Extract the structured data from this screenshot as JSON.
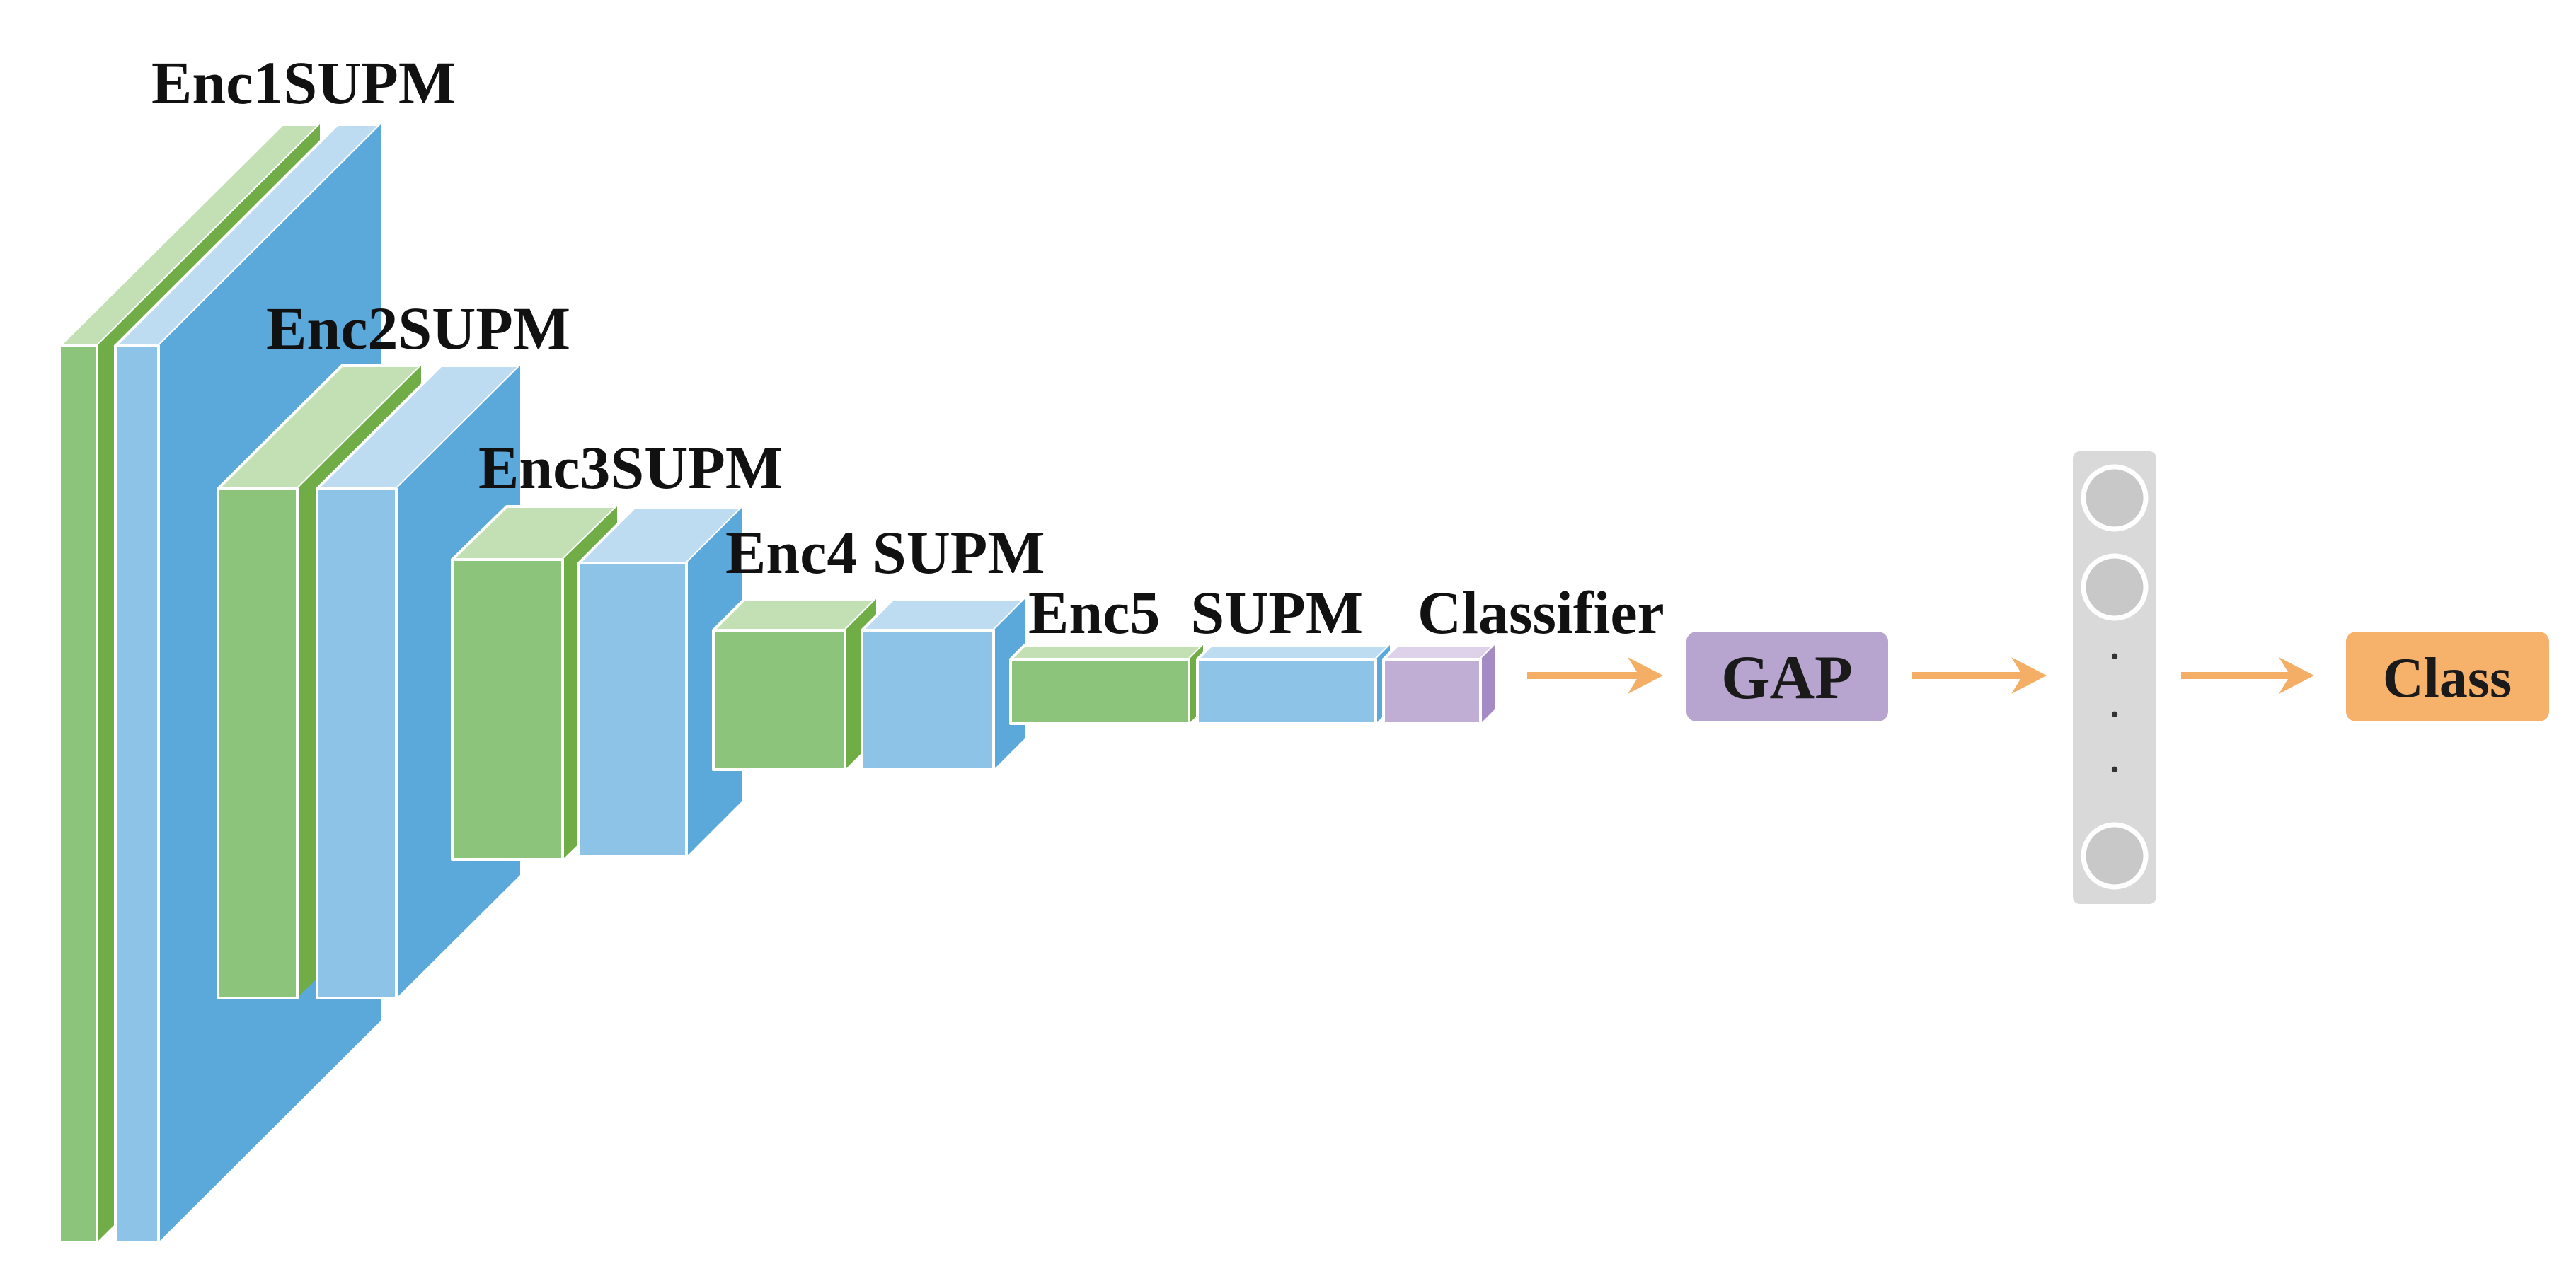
{
  "labels": {
    "enc1": "Enc1SUPM",
    "enc2": "Enc2SUPM",
    "enc3": "Enc3SUPM",
    "enc4": "Enc4 SUPM",
    "enc5": "Enc5  SUPM",
    "classifier": "Classifier",
    "gap": "GAP",
    "class": "Class",
    "dots": [
      "·",
      "·",
      "·"
    ]
  },
  "colors": {
    "green_front": "#8dc47c",
    "green_top": "#c3e0b5",
    "green_side": "#70ad47",
    "blue_front": "#8cc3e6",
    "blue_top": "#bddcf1",
    "blue_side": "#5ba8da",
    "purple_front": "#c0aed4",
    "purple_top": "#ddd2ea",
    "purple_side": "#a58bc4",
    "arrow": "#f4ae66",
    "gap_box": "#b7a4cf",
    "class_box": "#f6b26b",
    "fc_bg": "#d9d9d9",
    "fc_node": "#c8c8c8",
    "fc_node_stroke": "#ffffff"
  }
}
